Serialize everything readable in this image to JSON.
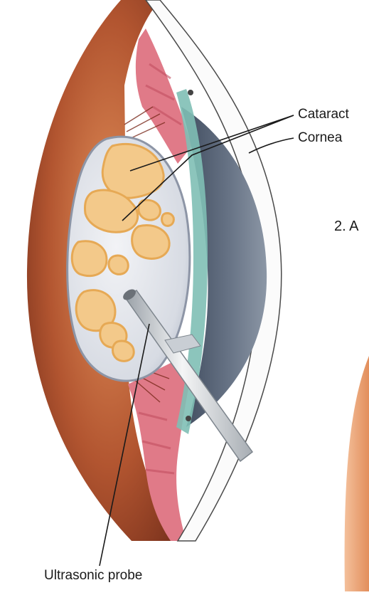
{
  "labels": {
    "cataract": "Cataract",
    "cornea": "Cornea",
    "ultrasonic_probe": "Ultrasonic probe",
    "step_fragment": "2.  A"
  },
  "colors": {
    "sclera_brown": "#8a3a22",
    "sclera_orange": "#e08850",
    "iris_pink": "#e07a88",
    "aqueous_teal": "#7fbfb5",
    "anterior_chamber": "#5b6778",
    "lens_capsule": "#c9ced8",
    "cataract_yellow": "#f3c98a",
    "probe_gray": "#d5d8dc"
  }
}
